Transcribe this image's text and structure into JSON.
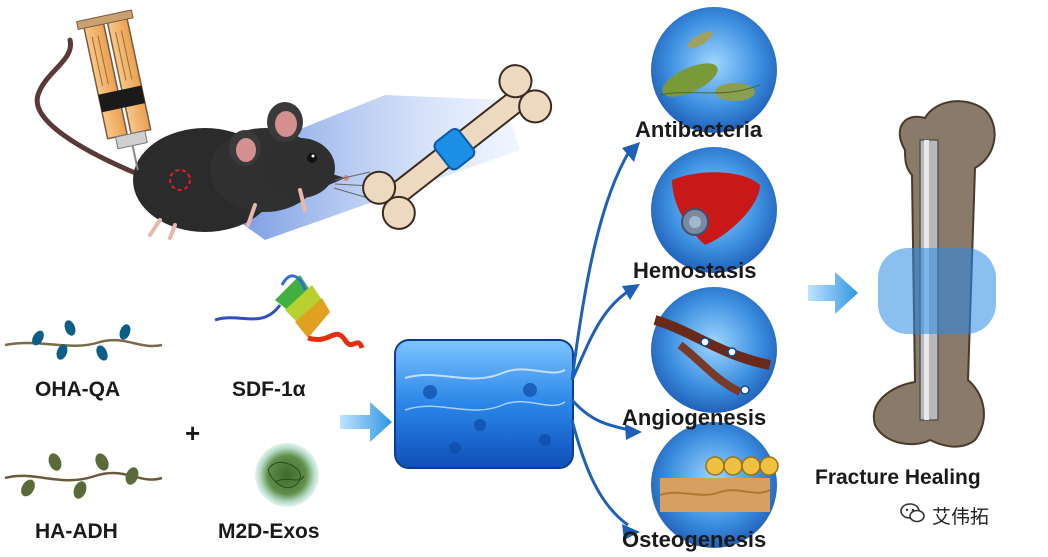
{
  "labels": {
    "oha_qa": "OHA-QA",
    "ha_adh": "HA-ADH",
    "sdf": "SDF-1α",
    "m2d": "M2D-Exos",
    "plus": "+",
    "antibacteria": "Antibacteria",
    "hemostasis": "Hemostasis",
    "angiogenesis": "Angiogenesis",
    "osteogenesis": "Osteogenesis",
    "fracture": "Fracture Healing"
  },
  "watermark": {
    "icon": "wechat-icon",
    "text": "艾伟拓"
  },
  "colors": {
    "hydrogel_blue": "#1f6fd6",
    "arrow_blue": "#1e60b8",
    "light_arrow": "#3aa0e0",
    "mouse_body": "#2b2b2b",
    "bone": "#ecd9c0",
    "circle_bg": "#2a7ad0"
  }
}
